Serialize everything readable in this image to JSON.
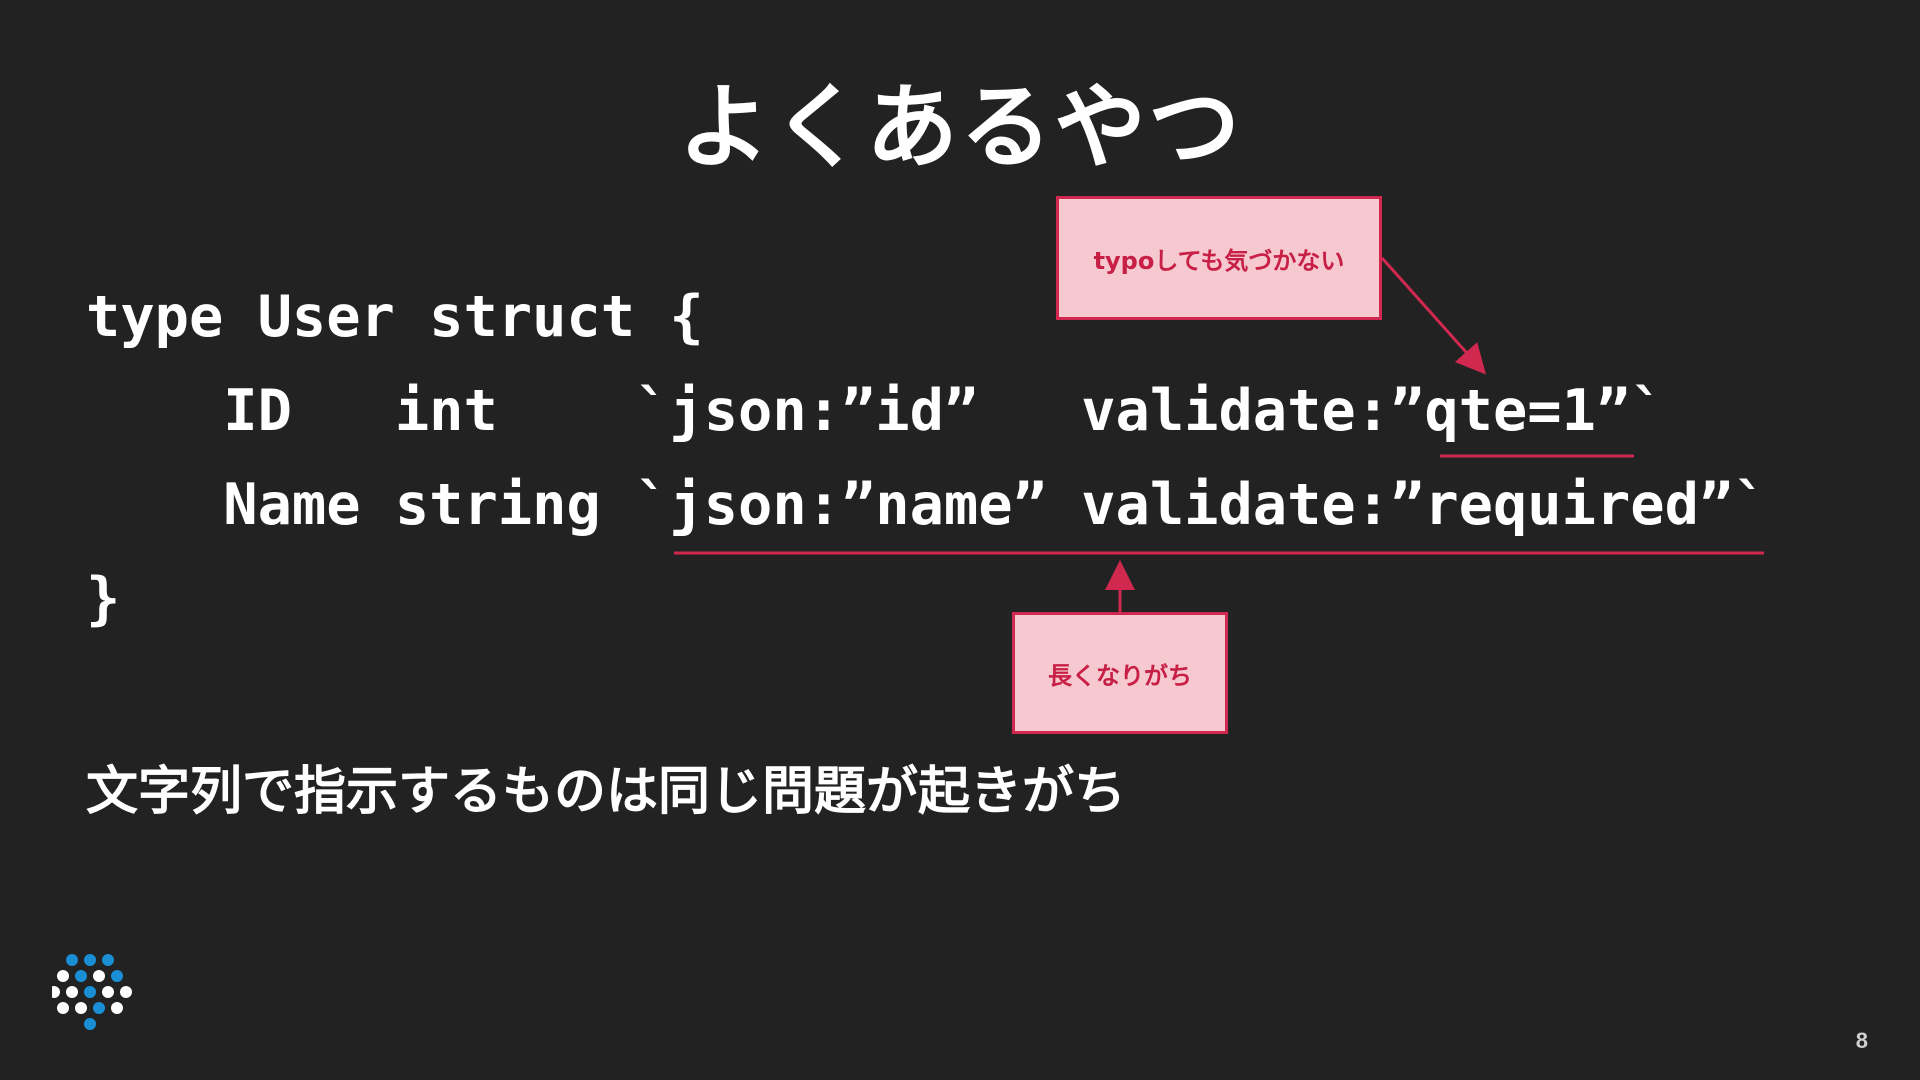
{
  "slide": {
    "title": "よくあるやつ",
    "code_lines": [
      "type User struct {",
      "    ID   int    `json:”id”   validate:”qte=1”`",
      "    Name string `json:”name” validate:”required”`",
      "}"
    ],
    "statement": "文字列で指示するものは同じ問題が起きがち",
    "callout_typo": "typoしても気づかない",
    "callout_long": "長くなりがち",
    "page_number": "8",
    "colors": {
      "background": "#222222",
      "text": "#ffffff",
      "accent": "#d0284f",
      "callout_fill": "#f6c8cf",
      "logo_blue": "#1a8fd6"
    },
    "icons": {
      "logo": "dot-grid-logo-icon"
    }
  }
}
